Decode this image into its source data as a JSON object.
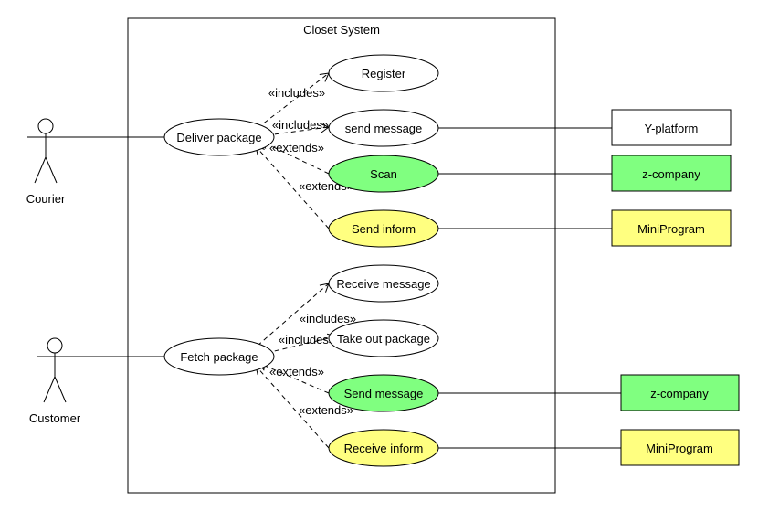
{
  "system": {
    "title": "Closet System"
  },
  "actors": {
    "courier": {
      "label": "Courier"
    },
    "customer": {
      "label": "Customer"
    }
  },
  "use_cases": {
    "deliver_package": {
      "label": "Deliver package",
      "color": "#ffffff"
    },
    "register": {
      "label": "Register",
      "color": "#ffffff"
    },
    "send_message": {
      "label": "send message",
      "color": "#ffffff"
    },
    "scan": {
      "label": "Scan",
      "color": "#80ff80"
    },
    "send_inform": {
      "label": "Send inform",
      "color": "#ffff80"
    },
    "fetch_package": {
      "label": "Fetch package",
      "color": "#ffffff"
    },
    "receive_message": {
      "label": "Receive message",
      "color": "#ffffff"
    },
    "take_out_package": {
      "label": "Take out package",
      "color": "#ffffff"
    },
    "send_message_2": {
      "label": "Send message",
      "color": "#80ff80"
    },
    "receive_inform": {
      "label": "Receive inform",
      "color": "#ffff80"
    }
  },
  "external_systems": {
    "y_platform": {
      "label": "Y-platform",
      "color": "#ffffff"
    },
    "z_company_1": {
      "label": "z-company",
      "color": "#80ff80"
    },
    "miniprogram_1": {
      "label": "MiniProgram",
      "color": "#ffff80"
    },
    "z_company_2": {
      "label": "z-company",
      "color": "#80ff80"
    },
    "miniprogram_2": {
      "label": "MiniProgram",
      "color": "#ffff80"
    }
  },
  "relationships": {
    "includes_label": "«includes»",
    "extends_label": "«extends»"
  }
}
